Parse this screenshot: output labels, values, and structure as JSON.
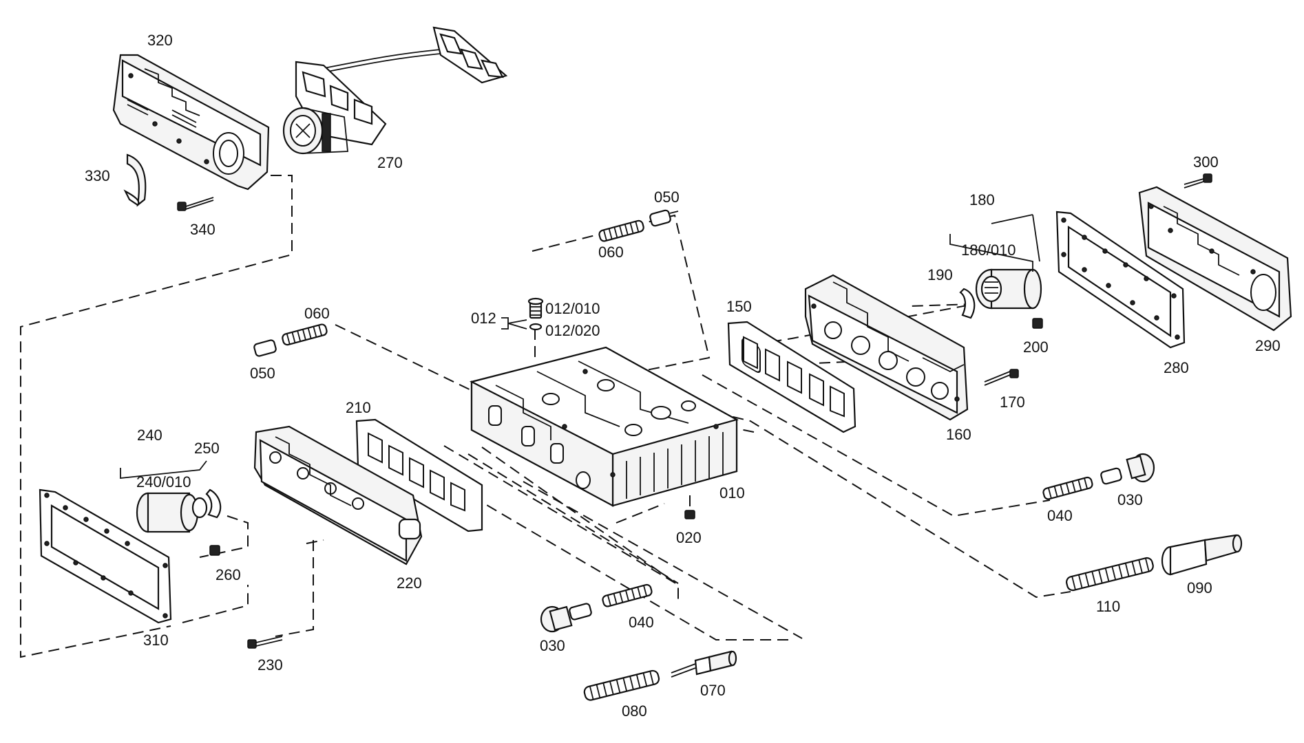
{
  "labels": {
    "l320": "320",
    "l330": "330",
    "l340": "340",
    "l270": "270",
    "l050a": "050",
    "l060a": "060",
    "l180": "180",
    "l180010": "180/010",
    "l190": "190",
    "l300": "300",
    "l290": "290",
    "l280": "280",
    "l200": "200",
    "l170": "170",
    "l160": "160",
    "l150": "150",
    "l012": "012",
    "l012010": "012/010",
    "l012020": "012/020",
    "l060b": "060",
    "l050b": "050",
    "l210": "210",
    "l240": "240",
    "l250": "250",
    "l240010": "240/010",
    "l260": "260",
    "l220": "220",
    "l010": "010",
    "l020": "020",
    "l030a": "030",
    "l040a": "040",
    "l110": "110",
    "l090": "090",
    "l030b": "030",
    "l040b": "040",
    "l070": "070",
    "l080": "080",
    "l310": "310",
    "l230": "230"
  }
}
